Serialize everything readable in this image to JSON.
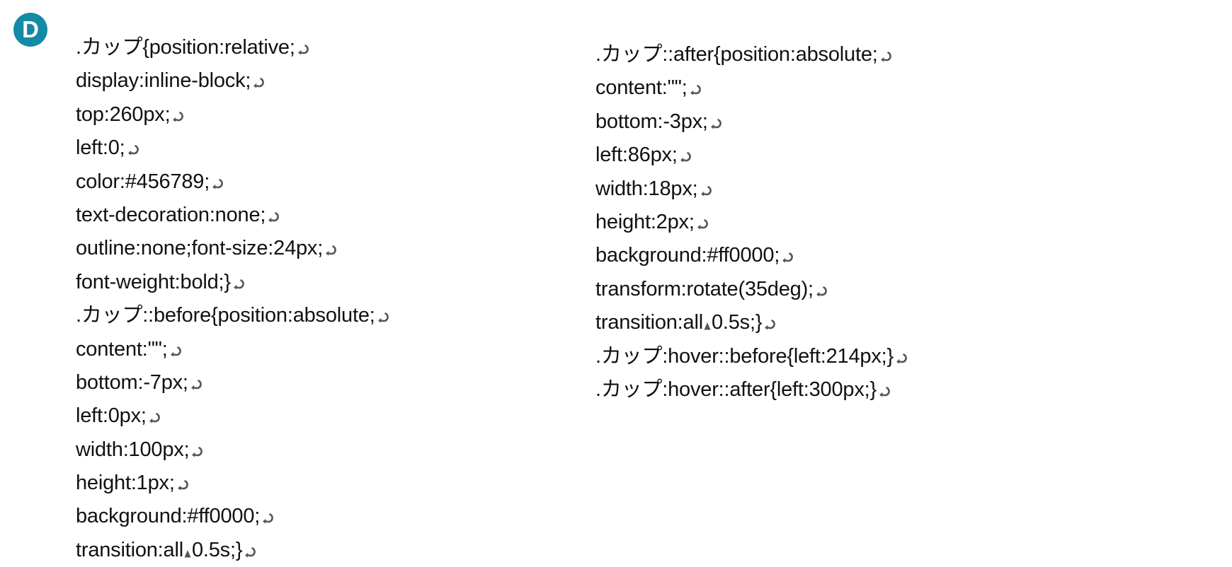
{
  "badge": {
    "letter": "D"
  },
  "newline_icon": "return-arrow-icon",
  "space_icon": "space-triangle-icon",
  "left_lines": [
    [
      ".カップ{position:relative;"
    ],
    [
      "display:inline-block;"
    ],
    [
      "top:260px;"
    ],
    [
      "left:0;"
    ],
    [
      "color:#456789;"
    ],
    [
      "text-decoration:none;"
    ],
    [
      "outline:none;font-size:24px;"
    ],
    [
      "font-weight:bold;}"
    ],
    [
      ".カップ::before{position:absolute;"
    ],
    [
      "content:\"\";"
    ],
    [
      "bottom:-7px;"
    ],
    [
      "left:0px;"
    ],
    [
      "width:100px;"
    ],
    [
      "height:1px;"
    ],
    [
      "background:#ff0000;"
    ],
    [
      "transition:all",
      "0.5s;}"
    ]
  ],
  "right_lines": [
    [
      ".カップ::after{position:absolute;"
    ],
    [
      "content:\"\";"
    ],
    [
      "bottom:-3px;"
    ],
    [
      "left:86px;"
    ],
    [
      "width:18px;"
    ],
    [
      "height:2px;"
    ],
    [
      "background:#ff0000;"
    ],
    [
      "transform:rotate(35deg);"
    ],
    [
      "transition:all",
      "0.5s;}"
    ],
    [
      ".カップ:hover::before{left:214px;}"
    ],
    [
      ".カップ:hover::after{left:300px;}"
    ]
  ]
}
